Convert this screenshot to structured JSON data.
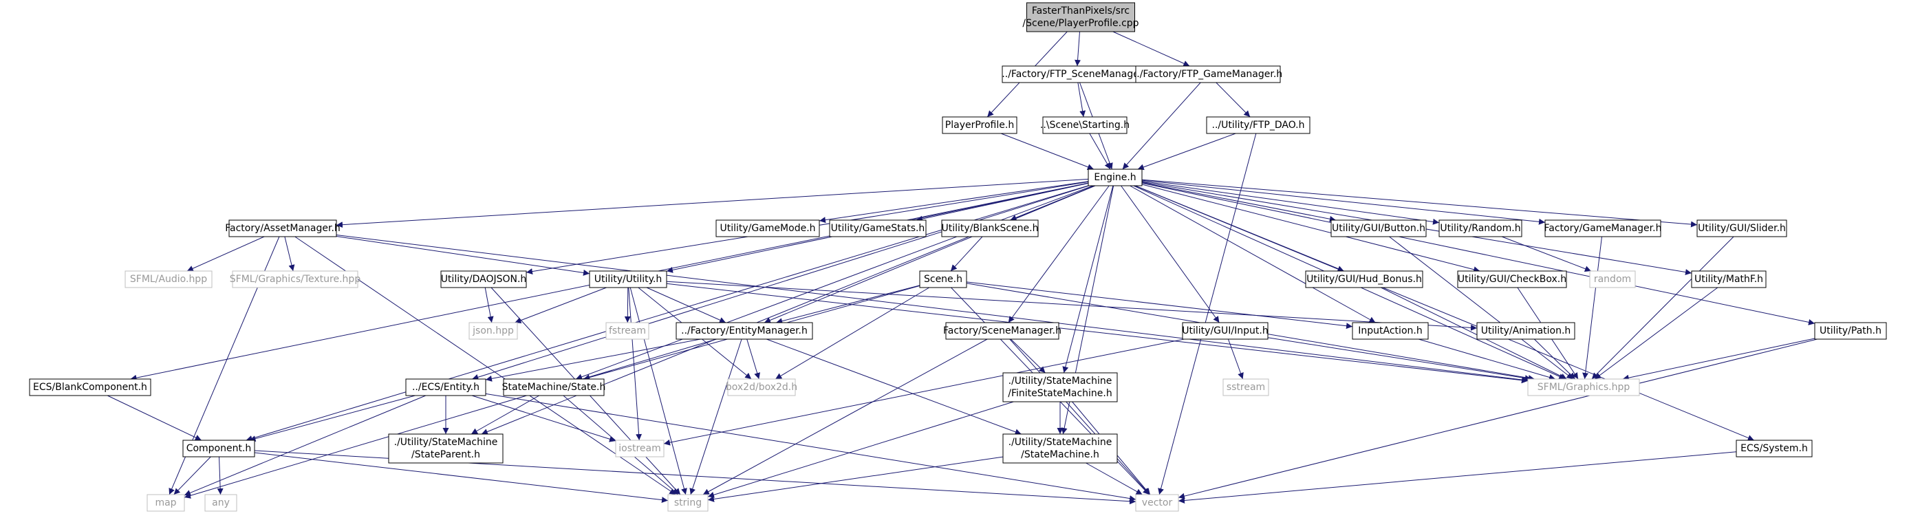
{
  "colors": {
    "edge": "#191970",
    "node_border": "#000000",
    "external_border": "#bfbfbf",
    "root_fill": "#bfbfbf",
    "external_text": "#999999",
    "background": "#ffffff"
  },
  "nodes": {
    "root": "FasterThanPixels/src\n/Scene/PlayerProfile.cpp",
    "ftp_scene_manager": "../Factory/FTP_SceneManager.h",
    "ftp_game_manager": "../Factory/FTP_GameManager.h",
    "player_profile": "PlayerProfile.h",
    "starting": "..\\Scene\\Starting.h",
    "ftp_dao": "../Utility/FTP_DAO.h",
    "engine": "Engine.h",
    "asset_manager": "Factory/AssetManager.h",
    "game_mode": "Utility/GameMode.h",
    "game_stats": "Utility/GameStats.h",
    "blank_scene": "Utility/BlankScene.h",
    "gui_button": "Utility/GUI/Button.h",
    "random_h": "Utility/Random.h",
    "factory_game_manager": "Factory/GameManager.h",
    "gui_slider": "Utility/GUI/Slider.h",
    "sfml_audio": "SFML/Audio.hpp",
    "sfml_texture": "SFML/Graphics/Texture.hpp",
    "dao_json": "Utility/DAOJSON.h",
    "utility_h": "Utility/Utility.h",
    "scene_h": "Scene.h",
    "hud_bonus": "Utility/GUI/Hud_Bonus.h",
    "gui_checkbox": "Utility/GUI/CheckBox.h",
    "random": "random",
    "mathf": "Utility/MathF.h",
    "json_hpp": "json.hpp",
    "fstream": "fstream",
    "entity_manager": "../Factory/EntityManager.h",
    "scene_manager": "Factory/SceneManager.h",
    "gui_input": "Utility/GUI/Input.h",
    "input_action": "InputAction.h",
    "animation": "Utility/Animation.h",
    "path_h": "Utility/Path.h",
    "blank_component": "ECS/BlankComponent.h",
    "entity_h": "../ECS/Entity.h",
    "state_h": "StateMachine/State.h",
    "box2d": "box2d/box2d.h",
    "finite_state_machine": "./Utility/StateMachine\n/FiniteStateMachine.h",
    "sstream": "sstream",
    "sfml_graphics": "SFML/Graphics.hpp",
    "component_h": "Component.h",
    "state_parent": "./Utility/StateMachine\n/StateParent.h",
    "iostream": "iostream",
    "state_machine": "./Utility/StateMachine\n/StateMachine.h",
    "ecs_system": "ECS/System.h",
    "map": "map",
    "any": "any",
    "string": "string",
    "vector": "vector"
  },
  "external_nodes": [
    "sfml_audio",
    "sfml_texture",
    "random",
    "json_hpp",
    "fstream",
    "box2d",
    "sstream",
    "sfml_graphics",
    "iostream",
    "map",
    "any",
    "string",
    "vector"
  ],
  "edges": [
    [
      "root",
      "player_profile"
    ],
    [
      "root",
      "ftp_scene_manager"
    ],
    [
      "root",
      "ftp_game_manager"
    ],
    [
      "player_profile",
      "engine"
    ],
    [
      "ftp_scene_manager",
      "starting"
    ],
    [
      "ftp_scene_manager",
      "engine"
    ],
    [
      "starting",
      "engine"
    ],
    [
      "ftp_game_manager",
      "ftp_dao"
    ],
    [
      "ftp_game_manager",
      "engine"
    ],
    [
      "ftp_dao",
      "engine"
    ],
    [
      "ftp_dao",
      "vector"
    ],
    [
      "engine",
      "asset_manager"
    ],
    [
      "engine",
      "game_mode"
    ],
    [
      "engine",
      "game_stats"
    ],
    [
      "engine",
      "blank_scene"
    ],
    [
      "engine",
      "gui_button"
    ],
    [
      "engine",
      "random_h"
    ],
    [
      "engine",
      "factory_game_manager"
    ],
    [
      "engine",
      "gui_slider"
    ],
    [
      "engine",
      "dao_json"
    ],
    [
      "engine",
      "utility_h"
    ],
    [
      "engine",
      "hud_bonus"
    ],
    [
      "engine",
      "gui_checkbox"
    ],
    [
      "engine",
      "mathf"
    ],
    [
      "engine",
      "entity_manager"
    ],
    [
      "engine",
      "scene_manager"
    ],
    [
      "engine",
      "gui_input"
    ],
    [
      "engine",
      "input_action"
    ],
    [
      "engine",
      "path_h"
    ],
    [
      "engine",
      "blank_component"
    ],
    [
      "engine",
      "entity_h"
    ],
    [
      "engine",
      "state_h"
    ],
    [
      "engine",
      "finite_state_machine"
    ],
    [
      "engine",
      "sfml_graphics"
    ],
    [
      "engine",
      "component_h"
    ],
    [
      "engine",
      "state_parent"
    ],
    [
      "engine",
      "state_machine"
    ],
    [
      "engine",
      "ecs_system"
    ],
    [
      "asset_manager",
      "sfml_audio"
    ],
    [
      "asset_manager",
      "sfml_texture"
    ],
    [
      "asset_manager",
      "utility_h"
    ],
    [
      "asset_manager",
      "sfml_graphics"
    ],
    [
      "asset_manager",
      "map"
    ],
    [
      "asset_manager",
      "string"
    ],
    [
      "blank_scene",
      "scene_h"
    ],
    [
      "gui_button",
      "sfml_graphics"
    ],
    [
      "random_h",
      "random"
    ],
    [
      "factory_game_manager",
      "sfml_graphics"
    ],
    [
      "gui_slider",
      "sfml_graphics"
    ],
    [
      "dao_json",
      "json_hpp"
    ],
    [
      "dao_json",
      "string"
    ],
    [
      "utility_h",
      "json_hpp"
    ],
    [
      "utility_h",
      "fstream"
    ],
    [
      "utility_h",
      "entity_manager"
    ],
    [
      "utility_h",
      "box2d"
    ],
    [
      "utility_h",
      "iostream"
    ],
    [
      "utility_h",
      "string"
    ],
    [
      "utility_h",
      "animation"
    ],
    [
      "utility_h",
      "sfml_graphics"
    ],
    [
      "scene_h",
      "entity_manager"
    ],
    [
      "scene_h",
      "box2d"
    ],
    [
      "scene_h",
      "input_action"
    ],
    [
      "scene_h",
      "sfml_graphics"
    ],
    [
      "scene_h",
      "state_h"
    ],
    [
      "scene_h",
      "vector"
    ],
    [
      "hud_bonus",
      "sfml_graphics"
    ],
    [
      "gui_checkbox",
      "sfml_graphics"
    ],
    [
      "mathf",
      "sfml_graphics"
    ],
    [
      "entity_manager",
      "entity_h"
    ],
    [
      "entity_manager",
      "box2d"
    ],
    [
      "entity_manager",
      "map"
    ],
    [
      "entity_manager",
      "string"
    ],
    [
      "entity_manager",
      "state_machine"
    ],
    [
      "scene_manager",
      "finite_state_machine"
    ],
    [
      "scene_manager",
      "string"
    ],
    [
      "scene_manager",
      "vector"
    ],
    [
      "gui_input",
      "sstream"
    ],
    [
      "gui_input",
      "sfml_graphics"
    ],
    [
      "gui_input",
      "iostream"
    ],
    [
      "input_action",
      "sfml_graphics"
    ],
    [
      "animation",
      "sfml_graphics"
    ],
    [
      "path_h",
      "sfml_graphics"
    ],
    [
      "path_h",
      "vector"
    ],
    [
      "blank_component",
      "component_h"
    ],
    [
      "entity_h",
      "component_h"
    ],
    [
      "entity_h",
      "state_parent"
    ],
    [
      "entity_h",
      "iostream"
    ],
    [
      "entity_h",
      "map"
    ],
    [
      "entity_h",
      "vector"
    ],
    [
      "state_h",
      "state_parent"
    ],
    [
      "state_h",
      "string"
    ],
    [
      "finite_state_machine",
      "state_machine"
    ],
    [
      "finite_state_machine",
      "string"
    ],
    [
      "finite_state_machine",
      "vector"
    ],
    [
      "component_h",
      "map"
    ],
    [
      "component_h",
      "any"
    ],
    [
      "component_h",
      "string"
    ],
    [
      "component_h",
      "vector"
    ],
    [
      "state_machine",
      "string"
    ],
    [
      "state_machine",
      "vector"
    ],
    [
      "ecs_system",
      "vector"
    ]
  ]
}
